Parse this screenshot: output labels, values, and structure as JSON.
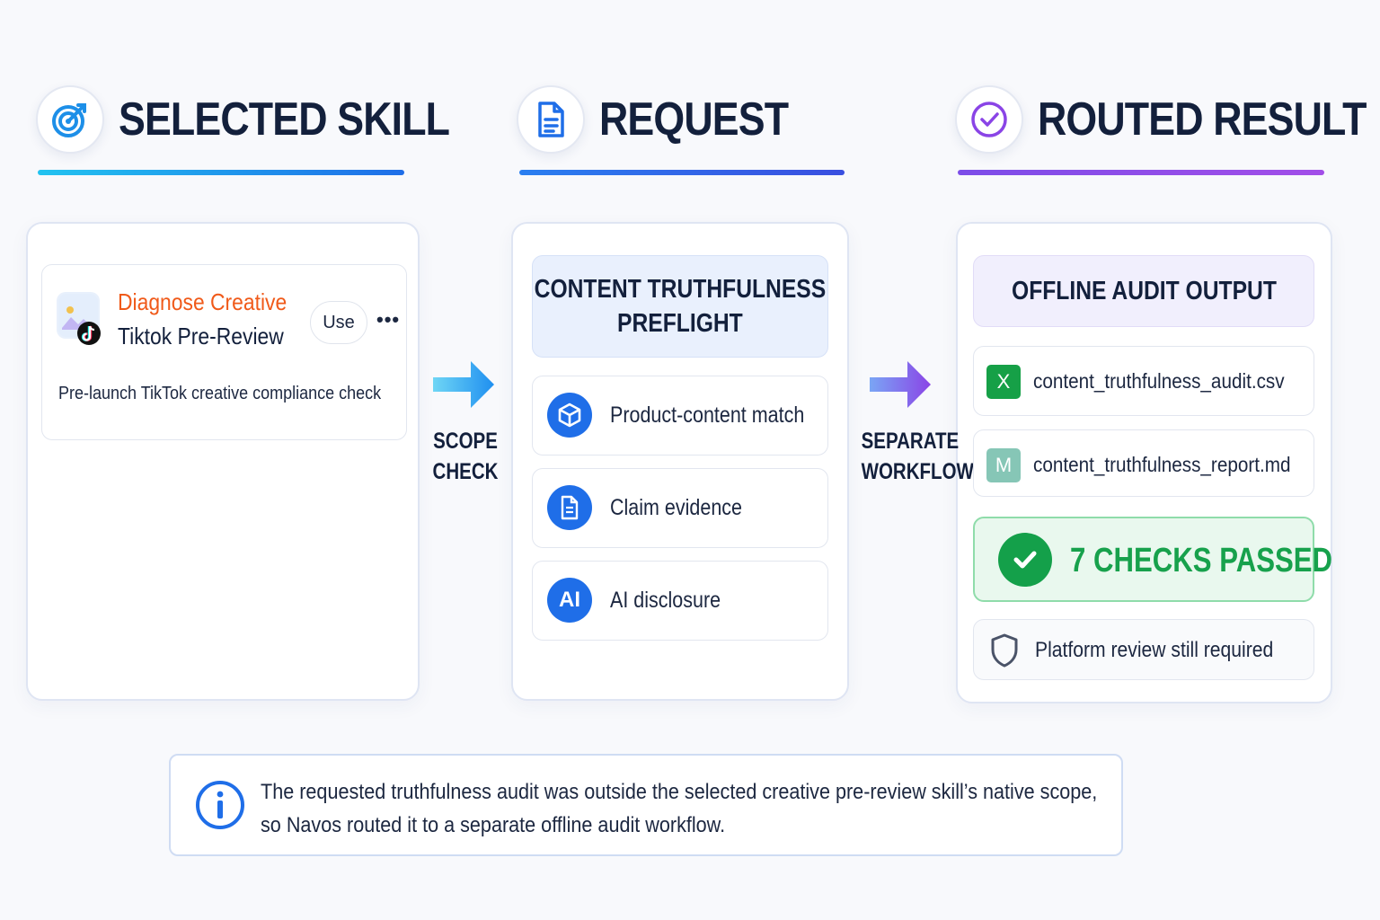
{
  "columns": {
    "selected": {
      "title": "SELECTED SKILL",
      "icon": "target-icon",
      "accent": "#1d8fe8"
    },
    "request": {
      "title": "REQUEST",
      "icon": "document-icon",
      "accent": "#2a5fe0"
    },
    "result": {
      "title": "ROUTED RESULT",
      "icon": "check-circle-icon",
      "accent": "#8a44e6"
    }
  },
  "skill_card": {
    "title_line1": "Diagnose Creative",
    "title_line2": "Tiktok Pre-Review",
    "use_label": "Use",
    "more_label": "•••",
    "description": "Pre-launch TikTok creative compliance check",
    "thumb_icon": "tiktok-icon"
  },
  "arrows": {
    "scope": {
      "line1": "SCOPE",
      "line2": "CHECK"
    },
    "separate": {
      "line1": "SEPARATE",
      "line2": "WORKFLOW"
    }
  },
  "request": {
    "header_line1": "CONTENT TRUTHFULNESS",
    "header_line2": "PREFLIGHT",
    "items": [
      {
        "label": "Product-content match",
        "icon": "cube-icon"
      },
      {
        "label": "Claim evidence",
        "icon": "document-icon"
      },
      {
        "label": "AI disclosure",
        "icon": "ai-icon",
        "badge": "AI"
      }
    ]
  },
  "result": {
    "header": "OFFLINE AUDIT OUTPUT",
    "files": [
      {
        "name": "content_truthfulness_audit.csv",
        "badge": "X",
        "color": "#16a047"
      },
      {
        "name": "content_truthfulness_report.md",
        "badge": "M",
        "color": "#86c6b6"
      }
    ],
    "passed": "7 CHECKS PASSED",
    "review": "Platform review still required",
    "passed_color": "#17a14c"
  },
  "note": {
    "line1": "The requested truthfulness audit was outside the selected creative pre-review skill’s native scope,",
    "line2": "so Navos routed it to a separate offline audit workflow.",
    "icon": "info-icon"
  }
}
